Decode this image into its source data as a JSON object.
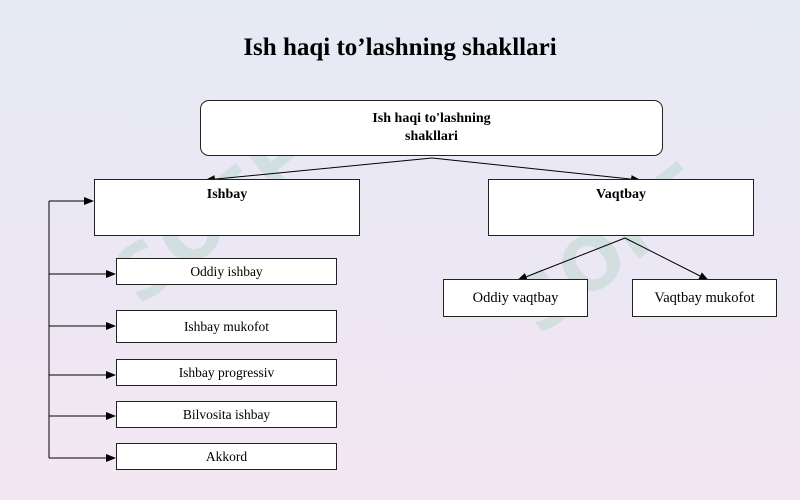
{
  "title": "Ish haqi to’lashning shakllari",
  "root": {
    "line1": "Ish haqi to'lashning",
    "line2": "shakllari"
  },
  "branches": {
    "left": "Ishbay",
    "right": "Vaqtbay"
  },
  "left_items": [
    "Oddiy ishbay",
    "Ishbay mukofot",
    "Ishbay progressiv",
    "Bilvosita ishbay",
    "Akkord"
  ],
  "right_items": [
    "Oddiy vaqtbay",
    "Vaqtbay mukofot"
  ],
  "watermark": "SOFF",
  "colors": {
    "watermark": "#78be96",
    "line": "#000000",
    "box_fill": "#ffffff"
  }
}
